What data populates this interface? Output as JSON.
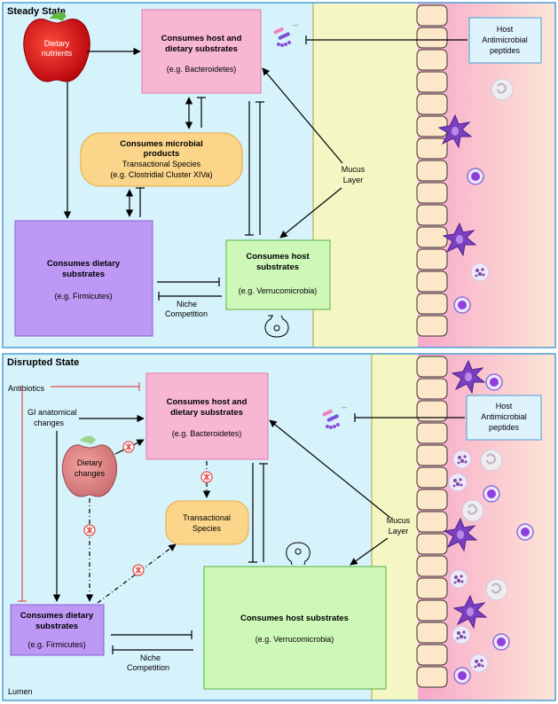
{
  "steady": {
    "title": "Steady State",
    "apple_label": [
      "Dietary",
      "nutrients"
    ],
    "bacteroidetes_box": {
      "title": [
        "Consumes host and",
        "dietary substrates"
      ],
      "example": "(e.g. Bacteroidetes)"
    },
    "microbial_box": {
      "title": [
        "Consumes microbial",
        "products"
      ],
      "line2": "Transactional Species",
      "example": "(e.g. Clostridial Cluster XIVa)"
    },
    "firmicutes_box": {
      "title": [
        "Consumes dietary",
        "substrates"
      ],
      "example": "(e.g. Firmicutes)"
    },
    "verruco_box": {
      "title": [
        "Consumes host",
        "substrates"
      ],
      "example": "(e.g. Verrucomicrobia)"
    },
    "mucus_label": [
      "Mucus",
      "Layer"
    ],
    "amp_box": [
      "Host",
      "Antimicrobial",
      "peptides"
    ],
    "niche_label": [
      "Niche",
      "Competition"
    ]
  },
  "disrupted": {
    "title": "Disrupted State",
    "antibiotics": "Antibiotics",
    "gi_label": [
      "GI anatomical",
      "changes"
    ],
    "apple_label": [
      "Dietary",
      "changes"
    ],
    "bacteroidetes_box": {
      "title": [
        "Consumes host and",
        "dietary substrates"
      ],
      "example": "(e.g. Bacteroidetes)"
    },
    "transactional_box": [
      "Transactional",
      "Species"
    ],
    "firmicutes_box": {
      "title": [
        "Consumes dietary",
        "substrates"
      ],
      "example": "(e.g. Firmicutes)"
    },
    "verruco_box": {
      "title": "Consumes host substrates",
      "example": "(e.g. Verrucomicrobia)"
    },
    "mucus_label": [
      "Mucus",
      "Layer"
    ],
    "amp_box": [
      "Host",
      "Antimicrobial",
      "peptides"
    ],
    "niche_label": [
      "Niche",
      "Competition"
    ],
    "lumen": "Lumen"
  },
  "colors": {
    "lumen_bg": "#d6f2fb",
    "mucus_bg": "#f4f7c4",
    "epithelium_bg": "#fbd8e6",
    "pink_box": "#f7b7d3",
    "orange_box": "#fbd58a",
    "purple_box": "#be98f5",
    "green_box": "#cdf8b8",
    "amp_box": "#dff3fd",
    "inhibit_red": "#e0514f"
  }
}
